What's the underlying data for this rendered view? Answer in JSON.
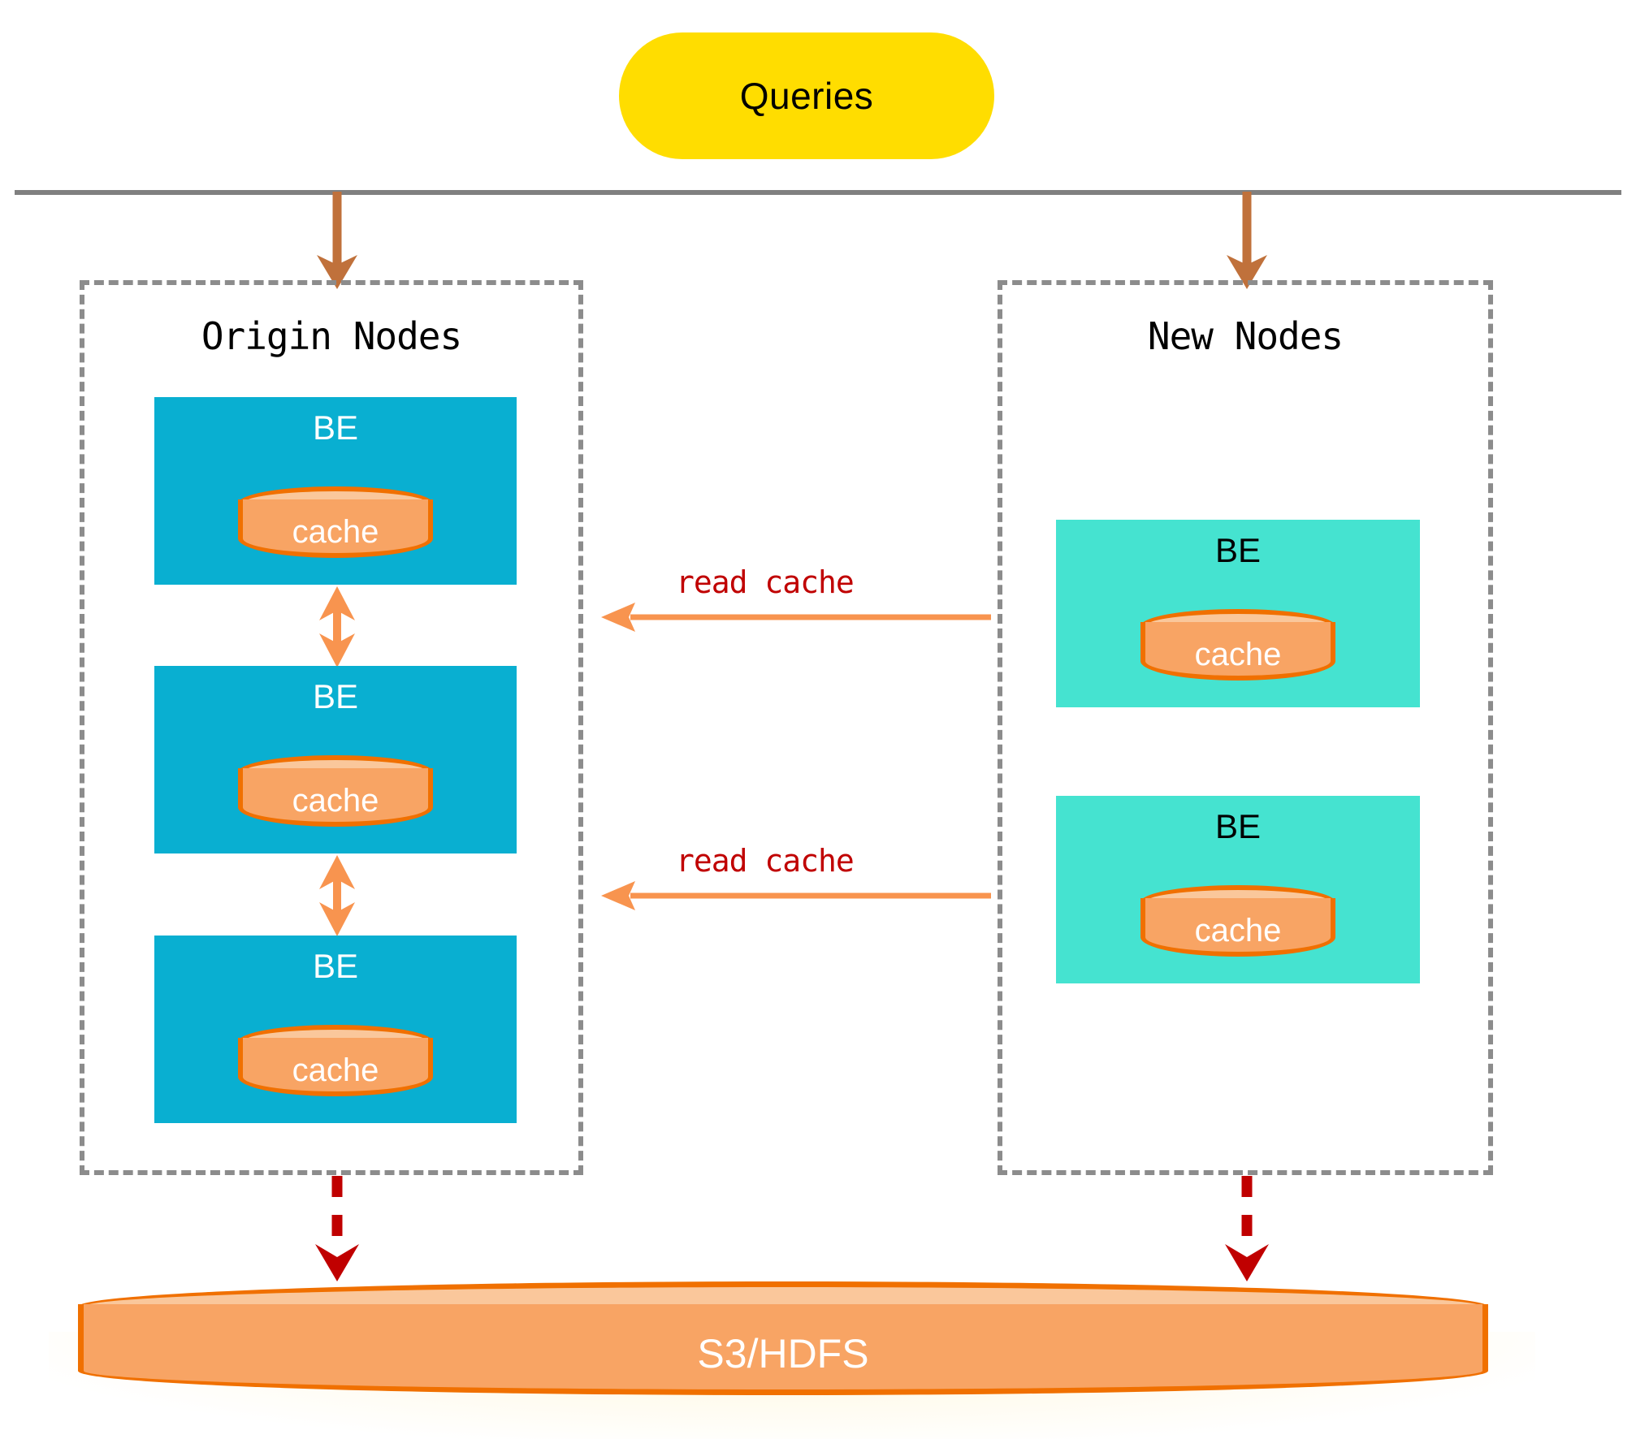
{
  "diagram": {
    "title_pill": {
      "label": "Queries",
      "color": "#FFDD00"
    },
    "divider_color": "#808080",
    "groups": [
      {
        "id": "origin",
        "title": "Origin Nodes",
        "node_color": "#09AFD1",
        "node_label_color": "#FFFFFF",
        "nodes": [
          {
            "label": "BE",
            "cache_label": "cache"
          },
          {
            "label": "BE",
            "cache_label": "cache"
          },
          {
            "label": "BE",
            "cache_label": "cache"
          }
        ]
      },
      {
        "id": "new",
        "title": "New Nodes",
        "node_color": "#45E3D0",
        "node_label_color": "#000000",
        "nodes": [
          {
            "label": "BE",
            "cache_label": "cache"
          },
          {
            "label": "BE",
            "cache_label": "cache"
          }
        ]
      }
    ],
    "edges": [
      {
        "id": "read-cache-1",
        "label": "read cache",
        "color": "#C00000",
        "line_color": "#F8A464",
        "direction": "left"
      },
      {
        "id": "read-cache-2",
        "label": "read cache",
        "color": "#C00000",
        "line_color": "#F8A464",
        "direction": "left"
      }
    ],
    "query_arrow_color": "#C0713B",
    "flush_arrow_color": "#C00000",
    "sync_arrow_color": "#F8944F",
    "storage": {
      "label": "S3/HDFS",
      "fill": "#F8A464",
      "stroke": "#F07000",
      "top_fill": "#FAC79B"
    }
  }
}
